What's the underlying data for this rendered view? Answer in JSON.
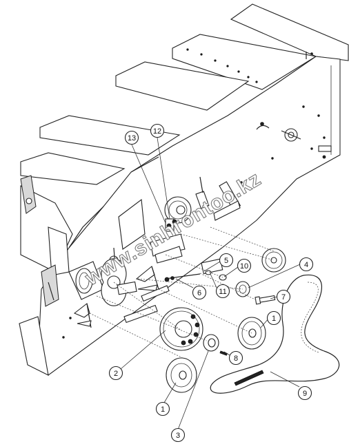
{
  "watermark": {
    "text": "www.sinhrontoo.kz"
  },
  "colors": {
    "line": "#222222",
    "watermark_fill": "#ffffff",
    "watermark_stroke": "#7a7a7a"
  },
  "callouts": [
    {
      "id": "c13",
      "label": "13"
    },
    {
      "id": "c12",
      "label": "12"
    },
    {
      "id": "c5",
      "label": "5"
    },
    {
      "id": "c10",
      "label": "10"
    },
    {
      "id": "c4",
      "label": "4"
    },
    {
      "id": "c6",
      "label": "6"
    },
    {
      "id": "c11",
      "label": "11"
    },
    {
      "id": "c7",
      "label": "7"
    },
    {
      "id": "c1a",
      "label": "1"
    },
    {
      "id": "c2",
      "label": "2"
    },
    {
      "id": "c8",
      "label": "8"
    },
    {
      "id": "c9",
      "label": "9"
    },
    {
      "id": "c1b",
      "label": "1"
    },
    {
      "id": "c3",
      "label": "3"
    }
  ]
}
